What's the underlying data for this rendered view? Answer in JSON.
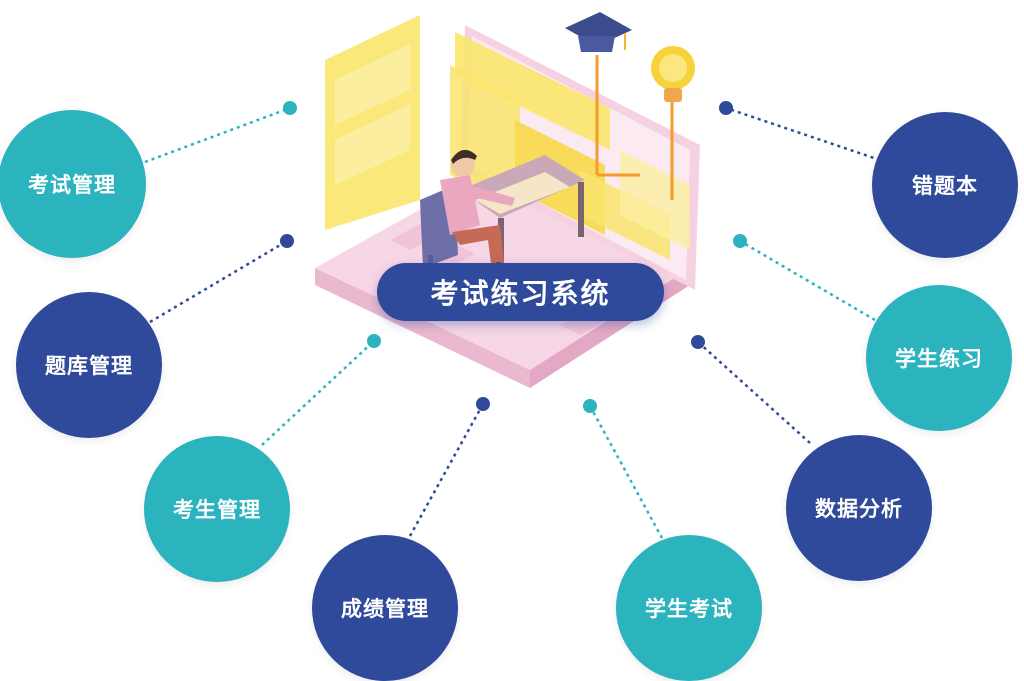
{
  "center": {
    "title": "考试练习系统"
  },
  "modules": [
    {
      "id": "exam-management",
      "label": "考试管理",
      "color": "#2bb3be"
    },
    {
      "id": "question-bank-management",
      "label": "题库管理",
      "color": "#2f4a9a"
    },
    {
      "id": "examinee-management",
      "label": "考生管理",
      "color": "#2bb3be"
    },
    {
      "id": "score-management",
      "label": "成绩管理",
      "color": "#2f4a9a"
    },
    {
      "id": "student-exam",
      "label": "学生考试",
      "color": "#2bb3be"
    },
    {
      "id": "data-analysis",
      "label": "数据分析",
      "color": "#2f4a9a"
    },
    {
      "id": "student-practice",
      "label": "学生练习",
      "color": "#2bb3be"
    },
    {
      "id": "wrong-question-book",
      "label": "错题本",
      "color": "#2f4a9a"
    }
  ],
  "colors": {
    "teal": "#2bb3be",
    "navy": "#2f4a9a",
    "laptop": "#f7d6e6",
    "screen": "#f9e56c"
  },
  "icons": [
    "graduation-cap-icon",
    "light-bulb-icon",
    "student-at-desk-illustration"
  ]
}
